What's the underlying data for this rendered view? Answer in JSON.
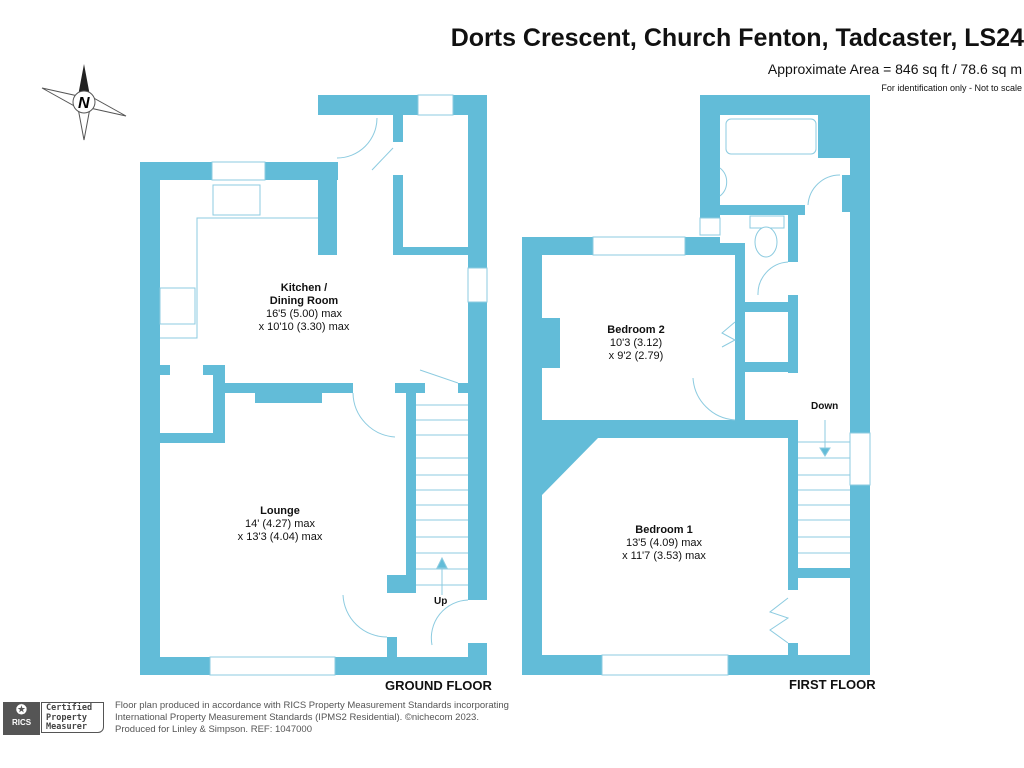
{
  "header": {
    "title": "Dorts Crescent, Church Fenton, Tadcaster, LS24",
    "area": "Approximate Area = 846 sq ft / 78.6 sq m",
    "note": "For identification only - Not to scale"
  },
  "compass": {
    "label": "N"
  },
  "colors": {
    "wall": "#62bcd8",
    "fixture": "#8ccbe0"
  },
  "ground_floor": {
    "label": "GROUND FLOOR",
    "stairs_label": "Up",
    "rooms": [
      {
        "name": "Kitchen /",
        "name2": "Dining Room",
        "dim1": "16'5 (5.00) max",
        "dim2": "x 10'10 (3.30) max"
      },
      {
        "name": "Lounge",
        "dim1": "14' (4.27) max",
        "dim2": "x 13'3 (4.04) max"
      }
    ]
  },
  "first_floor": {
    "label": "FIRST FLOOR",
    "stairs_label": "Down",
    "rooms": [
      {
        "name": "Bedroom 2",
        "dim1": "10'3 (3.12)",
        "dim2": "x 9'2 (2.79)"
      },
      {
        "name": "Bedroom 1",
        "dim1": "13'5 (4.09) max",
        "dim2": "x 11'7 (3.53) max"
      }
    ]
  },
  "footer": {
    "line1": "Floor plan produced in accordance with RICS Property Measurement Standards incorporating",
    "line2": "International Property Measurement Standards (IPMS2 Residential).   ©nichecom 2023.",
    "line3": "Produced for Linley & Simpson.    REF:  1047000",
    "badge_logo": "RICS",
    "badge_line1": "Certified",
    "badge_line2": "Property",
    "badge_line3": "Measurer"
  }
}
